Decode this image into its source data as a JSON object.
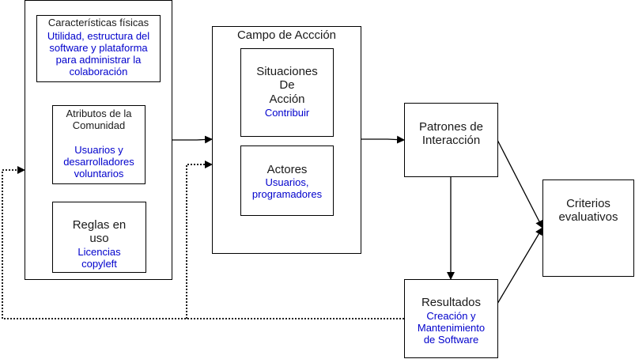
{
  "left_panel": {
    "physical": {
      "title": "Características físicas",
      "detail_lines": [
        "Utilidad, estructura del",
        "software y plataforma",
        "para administrar la",
        "colaboración"
      ]
    },
    "community": {
      "title_lines": [
        "Atributos de la",
        "Comunidad"
      ],
      "detail_lines": [
        "Usuarios y",
        "desarrolladores",
        "voluntarios"
      ]
    },
    "rules": {
      "title_lines": [
        "Reglas en",
        "uso"
      ],
      "detail_lines": [
        "Licencias",
        "copyleft"
      ]
    }
  },
  "action_field": {
    "title": "Campo de Accción",
    "situations": {
      "title_lines": [
        "Situaciones",
        "De",
        "Acción"
      ],
      "detail": "Contribuir"
    },
    "actors": {
      "title": "Actores",
      "detail_lines": [
        "Usuarios,",
        "programadores"
      ]
    }
  },
  "patterns": {
    "lines": [
      "Patrones de",
      "Interacción"
    ]
  },
  "results": {
    "title": "Resultados",
    "detail_lines": [
      "Creación y",
      "Mantenimiento",
      "de Software"
    ]
  },
  "criteria": {
    "lines": [
      "Criterios",
      "evaluativos"
    ]
  }
}
